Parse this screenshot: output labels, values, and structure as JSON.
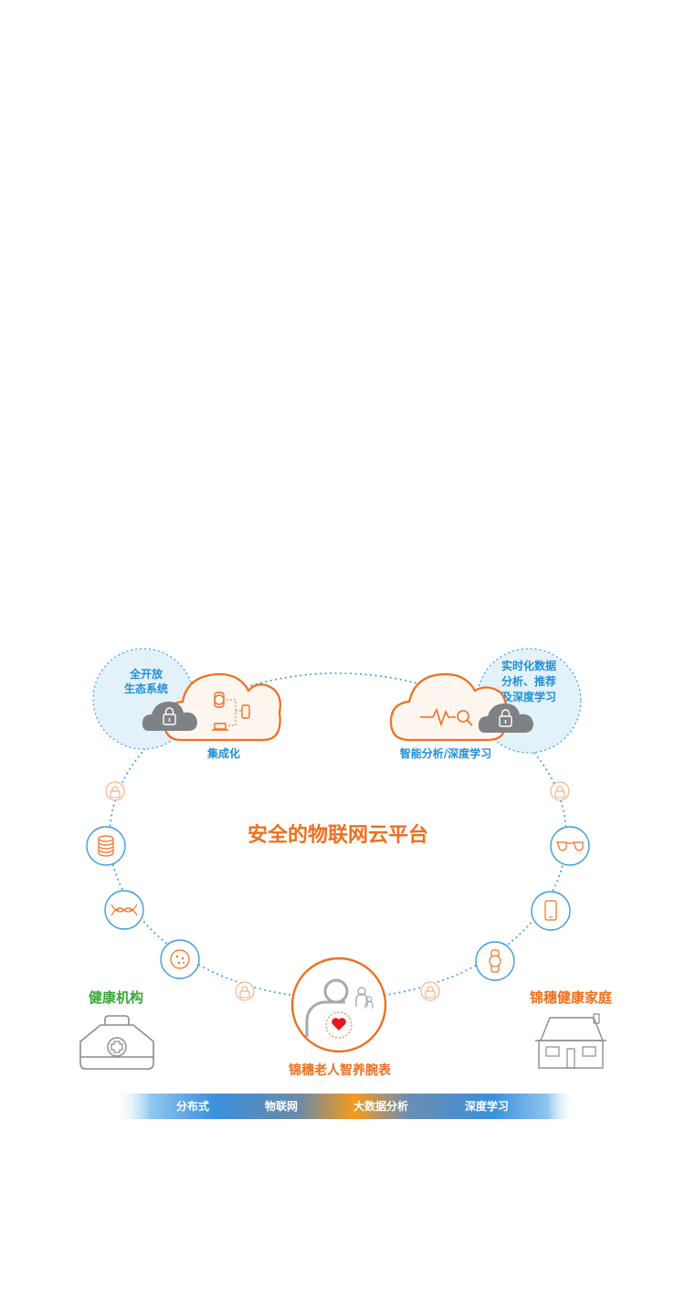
{
  "center_title": "安全的物联网云平台",
  "open_ecosystem": {
    "line1": "全开放",
    "line2": "生态系统"
  },
  "realtime": {
    "line1": "实时化数据",
    "line2": "分析、推荐",
    "line3": "及深度学习"
  },
  "cloud_integration_label": "集成化",
  "cloud_analysis_label": "智能分析/深度学习",
  "left_institution_label": "健康机构",
  "right_home_label": "锦穗健康家庭",
  "center_person_label": "锦穗老人智养腕表",
  "bottom_bar": {
    "items": [
      "分布式",
      "物联网",
      "大数据分析",
      "深度学习"
    ]
  },
  "colors": {
    "orange": "#ef6f1e",
    "blue": "#1f8fd6",
    "light_blue_fill": "#e3f1fb",
    "green": "#39a83a",
    "gray": "#7f8284"
  },
  "icons": {
    "left_ring": [
      "lock-icon",
      "coins-icon",
      "dna-icon",
      "cell-icon",
      "lock-icon"
    ],
    "right_ring": [
      "lock-icon",
      "glasses-icon",
      "phone-icon",
      "watch-icon",
      "lock-icon"
    ]
  }
}
